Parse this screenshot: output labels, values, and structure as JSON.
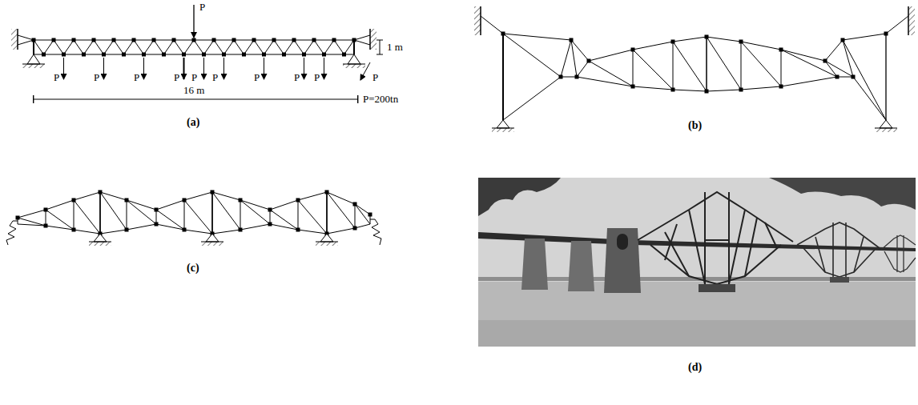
{
  "diagram": {
    "labels": [
      "P",
      "P",
      "P",
      "P",
      "P",
      "P",
      "P",
      "P",
      "P",
      "P",
      "P",
      "1 m",
      "16 m",
      "P=200tn",
      "(a)",
      "(b)",
      "(c)",
      "(d)"
    ]
  }
}
